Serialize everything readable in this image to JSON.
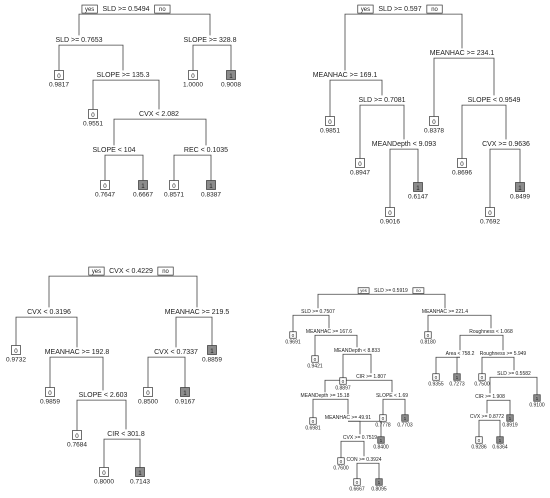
{
  "colors": {
    "leaf_zero": "#ffffff",
    "leaf_one": "#8c8c8c",
    "edge": "#444444"
  },
  "trees": [
    {
      "id": "tree-1",
      "yes_label": "yes",
      "no_label": "no",
      "nodes": [
        {
          "id": "t1-root",
          "text": "SLD >= 0.5494"
        },
        {
          "id": "t1-n1",
          "text": "SLD >= 0.7653"
        },
        {
          "id": "t1-n2",
          "text": "SLOPE >= 328.8"
        },
        {
          "id": "t1-n3",
          "text": "SLOPE >= 135.3"
        },
        {
          "id": "t1-n4",
          "text": "CVX < 2.082"
        },
        {
          "id": "t1-n5",
          "text": "SLOPE < 104"
        },
        {
          "id": "t1-n6",
          "text": "REC < 0.1035"
        }
      ],
      "leaves": [
        {
          "id": "t1-l1",
          "class": "0",
          "value": "0.9817"
        },
        {
          "id": "t1-l2",
          "class": "0",
          "value": "0.9551"
        },
        {
          "id": "t1-l3",
          "class": "0",
          "value": "0.7647"
        },
        {
          "id": "t1-l4",
          "class": "1",
          "value": "0.6667"
        },
        {
          "id": "t1-l5",
          "class": "0",
          "value": "0.8571"
        },
        {
          "id": "t1-l6",
          "class": "1",
          "value": "0.8387"
        },
        {
          "id": "t1-l7",
          "class": "0",
          "value": "1.0000"
        },
        {
          "id": "t1-l8",
          "class": "1",
          "value": "0.9008"
        }
      ]
    },
    {
      "id": "tree-2",
      "yes_label": "yes",
      "no_label": "no",
      "nodes": [
        {
          "id": "t2-root",
          "text": "SLD >= 0.597"
        },
        {
          "id": "t2-n1",
          "text": "MEANHAC >= 169.1"
        },
        {
          "id": "t2-n2",
          "text": "MEANHAC >= 234.1"
        },
        {
          "id": "t2-n3",
          "text": "SLD >= 0.7081"
        },
        {
          "id": "t2-n4",
          "text": "MEANDepth < 9.093"
        },
        {
          "id": "t2-n5",
          "text": "SLOPE < 0.9549"
        },
        {
          "id": "t2-n6",
          "text": "CVX >= 0.9636"
        }
      ],
      "leaves": [
        {
          "id": "t2-l1",
          "class": "0",
          "value": "0.9851"
        },
        {
          "id": "t2-l2",
          "class": "0",
          "value": "0.8947"
        },
        {
          "id": "t2-l3",
          "class": "0",
          "value": "0.9016"
        },
        {
          "id": "t2-l4",
          "class": "1",
          "value": "0.6147"
        },
        {
          "id": "t2-l5",
          "class": "0",
          "value": "0.8378"
        },
        {
          "id": "t2-l6",
          "class": "0",
          "value": "0.8696"
        },
        {
          "id": "t2-l7",
          "class": "0",
          "value": "0.7692"
        },
        {
          "id": "t2-l8",
          "class": "1",
          "value": "0.8499"
        }
      ]
    },
    {
      "id": "tree-3",
      "yes_label": "yes",
      "no_label": "no",
      "nodes": [
        {
          "id": "t3-root",
          "text": "CVX < 0.4229"
        },
        {
          "id": "t3-n1",
          "text": "CVX < 0.3196"
        },
        {
          "id": "t3-n2",
          "text": "MEANHAC >= 219.5"
        },
        {
          "id": "t3-n3",
          "text": "MEANHAC >= 192.8"
        },
        {
          "id": "t3-n4",
          "text": "SLOPE < 2.603"
        },
        {
          "id": "t3-n5",
          "text": "CIR < 301.8"
        },
        {
          "id": "t3-n6",
          "text": "CVX < 0.7337"
        }
      ],
      "leaves": [
        {
          "id": "t3-l1",
          "class": "0",
          "value": "0.9732"
        },
        {
          "id": "t3-l2",
          "class": "0",
          "value": "0.9859"
        },
        {
          "id": "t3-l3",
          "class": "0",
          "value": "0.7684"
        },
        {
          "id": "t3-l4",
          "class": "0",
          "value": "0.8000"
        },
        {
          "id": "t3-l5",
          "class": "1",
          "value": "0.7143"
        },
        {
          "id": "t3-l6",
          "class": "0",
          "value": "0.8500"
        },
        {
          "id": "t3-l7",
          "class": "1",
          "value": "0.9167"
        },
        {
          "id": "t3-l8",
          "class": "1",
          "value": "0.8859"
        }
      ]
    },
    {
      "id": "tree-4",
      "yes_label": "yes",
      "no_label": "no",
      "nodes": [
        {
          "id": "t4-root",
          "text": "SLD >= 0.5919"
        },
        {
          "id": "t4-n1",
          "text": "SLD >= 0.7507"
        },
        {
          "id": "t4-n2",
          "text": "MEANHAC >= 167.6"
        },
        {
          "id": "t4-n3",
          "text": "MEANDepth < 8.833"
        },
        {
          "id": "t4-n4",
          "text": "CIR >= 1.807"
        },
        {
          "id": "t4-n5",
          "text": "MEANDepth >= 15.18"
        },
        {
          "id": "t4-n6",
          "text": "MEANHAC >= 49.91"
        },
        {
          "id": "t4-n7",
          "text": "CVX >= 0.7519"
        },
        {
          "id": "t4-n8",
          "text": "CON >= 0.3924"
        },
        {
          "id": "t4-n9",
          "text": "SLOPE < 1.69"
        },
        {
          "id": "t4-n10",
          "text": "MEANHAC >= 221.4"
        },
        {
          "id": "t4-n11",
          "text": "Roughness < 1.068"
        },
        {
          "id": "t4-n12",
          "text": "Area < 758.2"
        },
        {
          "id": "t4-n13",
          "text": "Roughness >= 5.949"
        },
        {
          "id": "t4-n14",
          "text": "SLD >= 0.5582"
        },
        {
          "id": "t4-n15",
          "text": "CIR >= 1.908"
        },
        {
          "id": "t4-n16",
          "text": "CVX >= 0.8772"
        }
      ],
      "leaves": [
        {
          "id": "t4-l1",
          "class": "0",
          "value": "0.9691"
        },
        {
          "id": "t4-l2",
          "class": "0",
          "value": "0.9421"
        },
        {
          "id": "t4-l3",
          "class": "0",
          "value": "0.8897"
        },
        {
          "id": "t4-l4",
          "class": "0",
          "value": "0.6981"
        },
        {
          "id": "t4-l5",
          "class": "0",
          "value": "0.7600"
        },
        {
          "id": "t4-l6",
          "class": "0",
          "value": "0.6667"
        },
        {
          "id": "t4-l7",
          "class": "1",
          "value": "0.8095"
        },
        {
          "id": "t4-l8",
          "class": "1",
          "value": "0.8400"
        },
        {
          "id": "t4-l9",
          "class": "0",
          "value": "0.7778"
        },
        {
          "id": "t4-l10",
          "class": "1",
          "value": "0.7703"
        },
        {
          "id": "t4-l11",
          "class": "0",
          "value": "0.8180"
        },
        {
          "id": "t4-l12",
          "class": "0",
          "value": "0.9355"
        },
        {
          "id": "t4-l13",
          "class": "1",
          "value": "0.7273"
        },
        {
          "id": "t4-l14",
          "class": "0",
          "value": "0.7500"
        },
        {
          "id": "t4-l15",
          "class": "0",
          "value": "0.9286"
        },
        {
          "id": "t4-l16",
          "class": "1",
          "value": "0.6364"
        },
        {
          "id": "t4-l17",
          "class": "1",
          "value": "0.8919"
        },
        {
          "id": "t4-l18",
          "class": "1",
          "value": "0.9100"
        }
      ]
    }
  ]
}
